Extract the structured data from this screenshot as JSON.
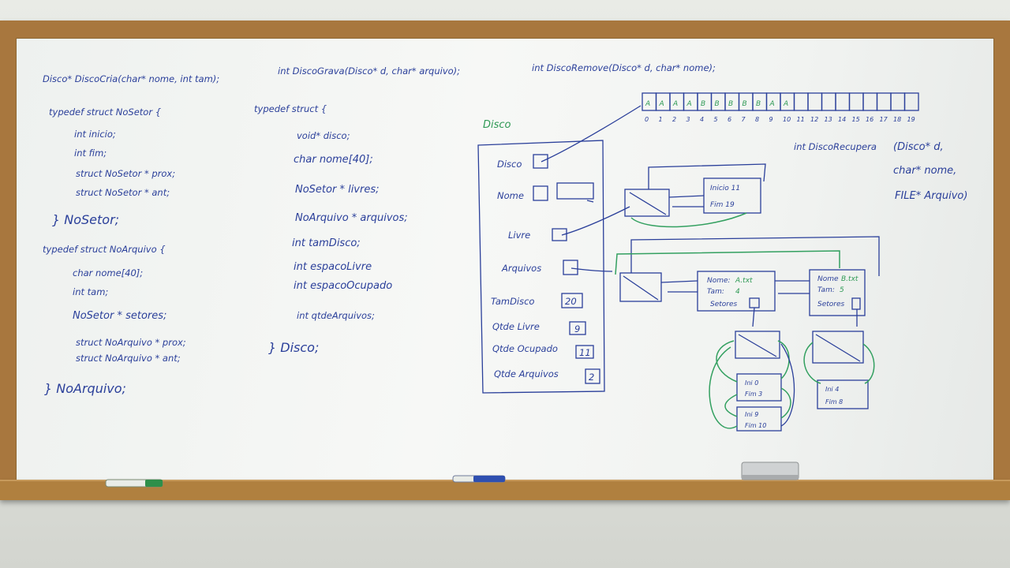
{
  "prototypes": {
    "criar": "Disco* DiscoCria(char* nome, int tam);",
    "grava": "int DiscoGrava(Disco* d, char* arquivo);",
    "remove": "int DiscoRemove(Disco* d, char* nome);"
  },
  "recupera": {
    "head": "int DiscoRecupera",
    "l1": "(Disco* d,",
    "l2": "char* nome,",
    "l3": "FILE* Arquivo)"
  },
  "nosetor": {
    "header": "typedef struct NoSetor {",
    "fields": [
      "int inicio;",
      "int fim;",
      "struct NoSetor * prox;",
      "struct NoSetor * ant;"
    ],
    "close": "} NoSetor;"
  },
  "noarquivo": {
    "header": "typedef struct NoArquivo {",
    "fields": [
      "char nome[40];",
      "int tam;",
      "NoSetor * setores;",
      "struct NoArquivo * prox;",
      "struct NoArquivo * ant;"
    ],
    "close": "} NoArquivo;"
  },
  "disco_struct": {
    "header": "typedef struct {",
    "fields": [
      "void* disco;",
      "char nome[40];",
      "NoSetor * livres;",
      "NoArquivo * arquivos;",
      "int tamDisco;",
      "int espacoLivre",
      "int espacoOcupado",
      "int qtdeArquivos;"
    ],
    "close": "} Disco;"
  },
  "diagram": {
    "title": "Disco",
    "fields": {
      "disco": "Disco",
      "nome": "Nome",
      "livre": "Livre",
      "arquivos": "Arquivos",
      "tamdisco": "TamDisco",
      "qtdelivre": "Qtde Livre",
      "qtdeocupado": "Qtde Ocupado",
      "qtdearquivos": "Qtde Arquivos"
    },
    "values": {
      "tamdisco": "20",
      "qtdelivre": "9",
      "qtdeocupado": "11",
      "qtdearquivos": "2"
    }
  },
  "array": {
    "cells": [
      "A",
      "A",
      "A",
      "A",
      "B",
      "B",
      "B",
      "B",
      "B",
      "A",
      "A",
      "",
      "",
      "",
      "",
      "",
      "",
      "",
      "",
      ""
    ],
    "indices": [
      "0",
      "1",
      "2",
      "3",
      "4",
      "5",
      "6",
      "7",
      "8",
      "9",
      "10",
      "11",
      "12",
      "13",
      "14",
      "15",
      "16",
      "17",
      "18",
      "19"
    ]
  },
  "livre_node": {
    "inicio": "Inicio 11",
    "fim": "Fim   19"
  },
  "file_a": {
    "nome_label": "Nome:",
    "nome_value": "A.txt",
    "tam_label": "Tam:",
    "tam_value": "4",
    "setores": "Setores"
  },
  "file_b": {
    "nome_label": "Nome",
    "nome_value": "B.txt",
    "tam_label": "Tam:",
    "tam_value": "5",
    "setores": "Setores"
  },
  "sectors_a": [
    {
      "ini": "Ini 0",
      "fim": "Fim 3"
    },
    {
      "ini": "Ini 9",
      "fim": "Fim 10"
    }
  ],
  "sectors_b": [
    {
      "ini": "Ini 4",
      "fim": "Fim 8"
    }
  ],
  "colors": {
    "ink_blue": "#2a3f9a",
    "ink_green": "#2f9a55",
    "frame": "#a8773e",
    "board": "#f4f6f4"
  }
}
